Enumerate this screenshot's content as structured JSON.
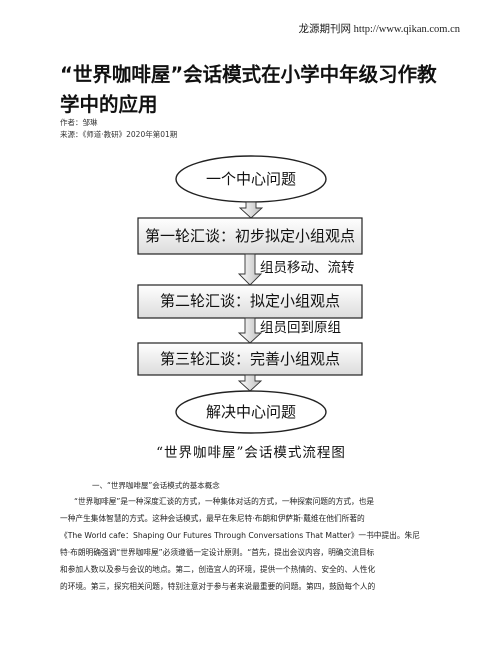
{
  "header": {
    "site": "龙源期刊网 http://www.qikan.com.cn"
  },
  "article": {
    "title_line1": "“世界咖啡屋”会话模式在小学中年级习作教",
    "title_line2": "学中的应用",
    "author": "作者：邹琳",
    "source": "来源：《师道·教研》2020年第01期"
  },
  "diagram": {
    "nodes": {
      "start": "一个中心问题",
      "step1": "第一轮汇谈：初步拟定小组观点",
      "step2": "第二轮汇谈：拟定小组观点",
      "step3": "第三轮汇谈：完善小组观点",
      "end": "解决中心问题"
    },
    "edges": {
      "e1": "组员移动、流转",
      "e2": "组员回到原组"
    },
    "caption": "“世界咖啡屋”会话模式流程图"
  },
  "section": {
    "heading": "一、“世界咖啡屋”会话模式的基本概念",
    "lines": [
      "“世界咖啡屋”是一种深度汇谈的方式，一种集体对话的方式，一种探索问题的方式，也是",
      "一种产生集体智慧的方式。这种会话模式，最早在朱尼特·布朗和伊萨斯·戴维在他们所著的",
      "《The World cafe：Shaping Our Futures Through Conversations That Matter》一书中提出。朱尼",
      "特·布朗明确强调“世界咖啡屋”必须遵循一定设计原则。“首先，提出会议内容，明确交流目标",
      "和参加人数以及参与会议的地点。第二，创造宜人的环境，提供一个热情的、安全的、人性化",
      "的环境。第三，探究相关问题，特别注意对于参与者来说最重要的问题。第四，鼓励每个人的"
    ]
  }
}
